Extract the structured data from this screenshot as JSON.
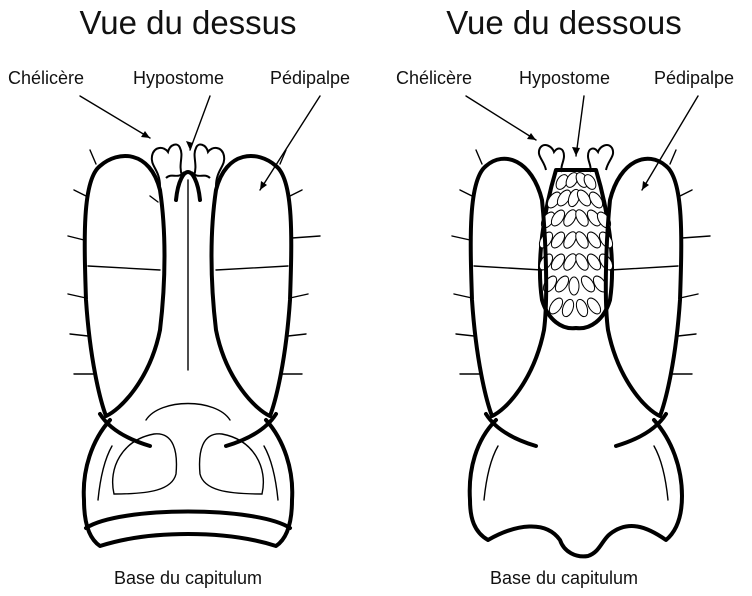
{
  "views": [
    {
      "title": "Vue du dessus",
      "labels": {
        "chelicere": "Chélicère",
        "hypostome": "Hypostome",
        "pedipalpe": "Pédipalpe"
      },
      "caption": "Base du capitulum"
    },
    {
      "title": "Vue du dessous",
      "labels": {
        "chelicere": "Chélicère",
        "hypostome": "Hypostome",
        "pedipalpe": "Pédipalpe"
      },
      "caption": "Base du capitulum"
    }
  ]
}
